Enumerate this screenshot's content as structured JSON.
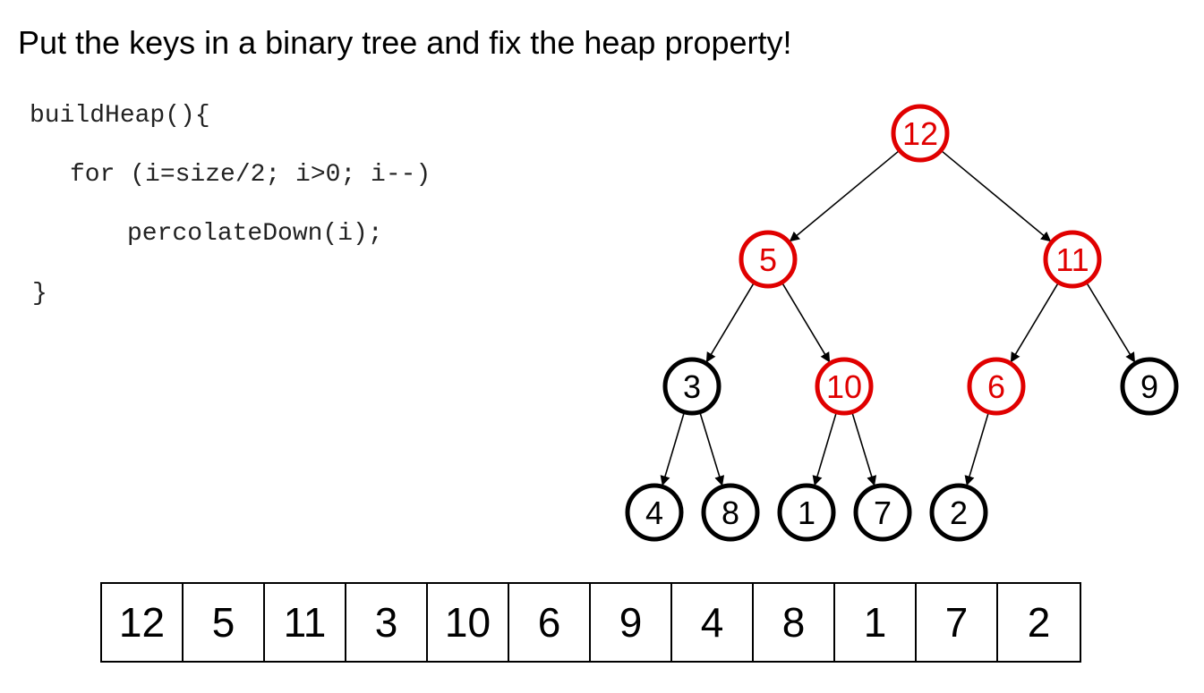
{
  "title": "Put the keys in a binary tree and fix the heap property!",
  "code": {
    "line1": "buildHeap(){",
    "line2": "for (i=size/2; i>0; i--)",
    "line3": "percolateDown(i);",
    "line4": "}"
  },
  "colors": {
    "highlight": "#e00000",
    "normal": "#000000"
  },
  "tree": {
    "nodes": [
      {
        "id": 1,
        "label": "12",
        "highlighted": true
      },
      {
        "id": 2,
        "label": "5",
        "highlighted": true
      },
      {
        "id": 3,
        "label": "11",
        "highlighted": true
      },
      {
        "id": 4,
        "label": "3",
        "highlighted": false
      },
      {
        "id": 5,
        "label": "10",
        "highlighted": true
      },
      {
        "id": 6,
        "label": "6",
        "highlighted": true
      },
      {
        "id": 7,
        "label": "9",
        "highlighted": false
      },
      {
        "id": 8,
        "label": "4",
        "highlighted": false
      },
      {
        "id": 9,
        "label": "8",
        "highlighted": false
      },
      {
        "id": 10,
        "label": "1",
        "highlighted": false
      },
      {
        "id": 11,
        "label": "7",
        "highlighted": false
      },
      {
        "id": 12,
        "label": "2",
        "highlighted": false
      }
    ],
    "edges": [
      [
        1,
        2
      ],
      [
        1,
        3
      ],
      [
        2,
        4
      ],
      [
        2,
        5
      ],
      [
        3,
        6
      ],
      [
        3,
        7
      ],
      [
        4,
        8
      ],
      [
        4,
        9
      ],
      [
        5,
        10
      ],
      [
        5,
        11
      ],
      [
        6,
        12
      ]
    ]
  },
  "array": [
    "12",
    "5",
    "11",
    "3",
    "10",
    "6",
    "9",
    "4",
    "8",
    "1",
    "7",
    "2"
  ]
}
